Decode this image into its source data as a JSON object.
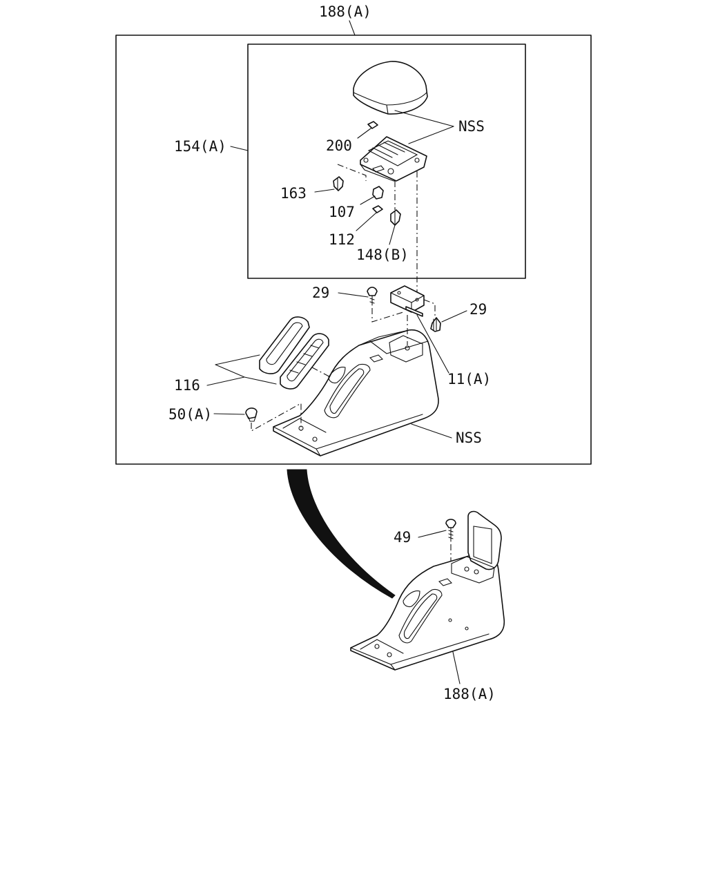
{
  "labels": {
    "assembly_top": "188(A)",
    "armrest_assy": "154(A)",
    "nss_upper": "NSS",
    "p200": "200",
    "p163": "163",
    "p107": "107",
    "p112": "112",
    "p148": "148(B)",
    "p29_left": "29",
    "p29_right": "29",
    "p11": "11(A)",
    "p116": "116",
    "p50": "50(A)",
    "nss_lower": "NSS",
    "p49": "49",
    "assembly_bottom": "188(A)"
  }
}
